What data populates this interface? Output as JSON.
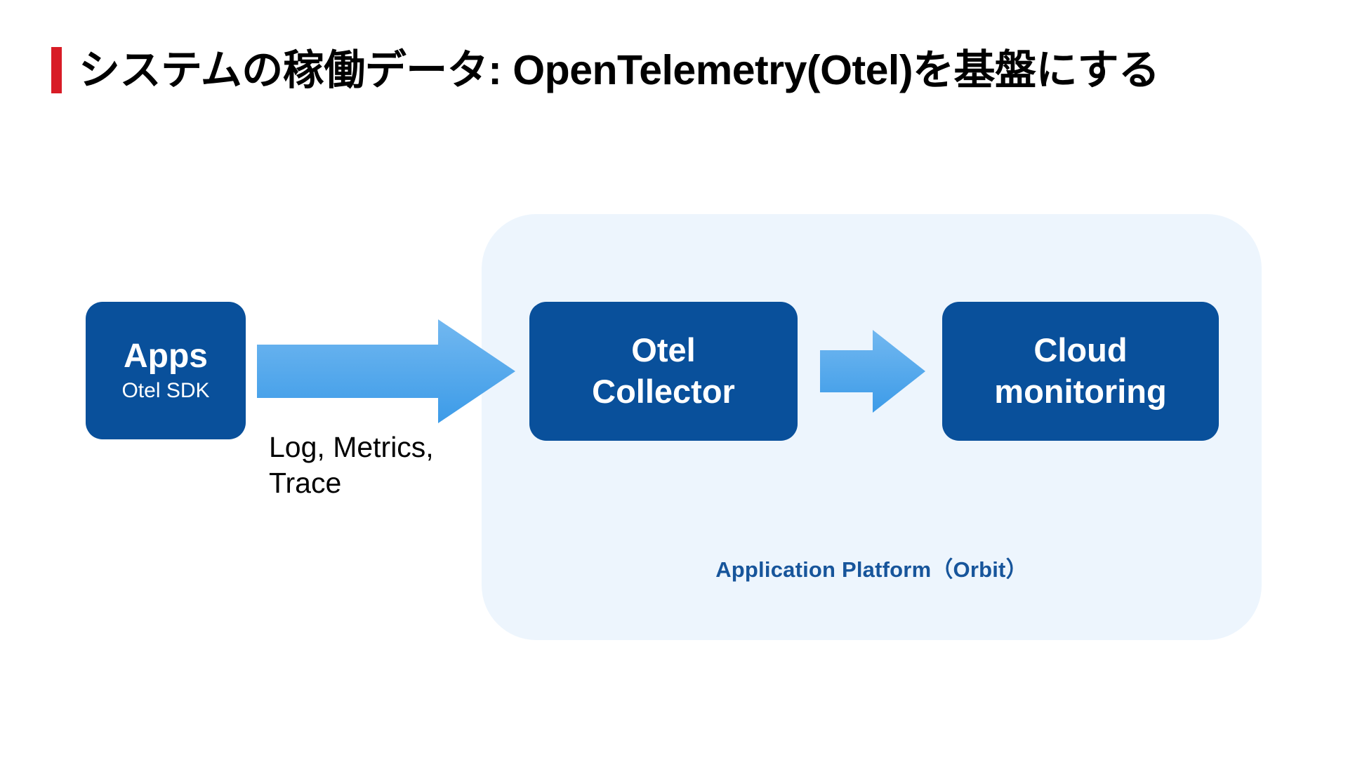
{
  "slide": {
    "title": "システムの稼働データ: OpenTelemetry(Otel)を基盤にする",
    "background_color": "#FFFFFF",
    "accent_bar_color": "#D81C26"
  },
  "diagram": {
    "panel": {
      "label": "Application Platform（Orbit）",
      "fill_color": "#EDF5FD",
      "label_color": "#17559B"
    },
    "box_fill_color": "#09509B",
    "arrow_color_top": "#6CB5EF",
    "arrow_color_bottom": "#3C9BE8",
    "nodes": [
      {
        "id": "apps",
        "title": "Apps",
        "subtitle": "Otel SDK"
      },
      {
        "id": "collector",
        "line1": "Otel",
        "line2": "Collector"
      },
      {
        "id": "cloud",
        "line1": "Cloud",
        "line2": "monitoring"
      }
    ],
    "flow_label": {
      "line1": "Log, Metrics,",
      "line2": "Trace"
    },
    "arrows": [
      {
        "id": "apps-to-collector",
        "from": "apps",
        "to": "collector"
      },
      {
        "id": "collector-to-cloud",
        "from": "collector",
        "to": "cloud"
      }
    ]
  }
}
